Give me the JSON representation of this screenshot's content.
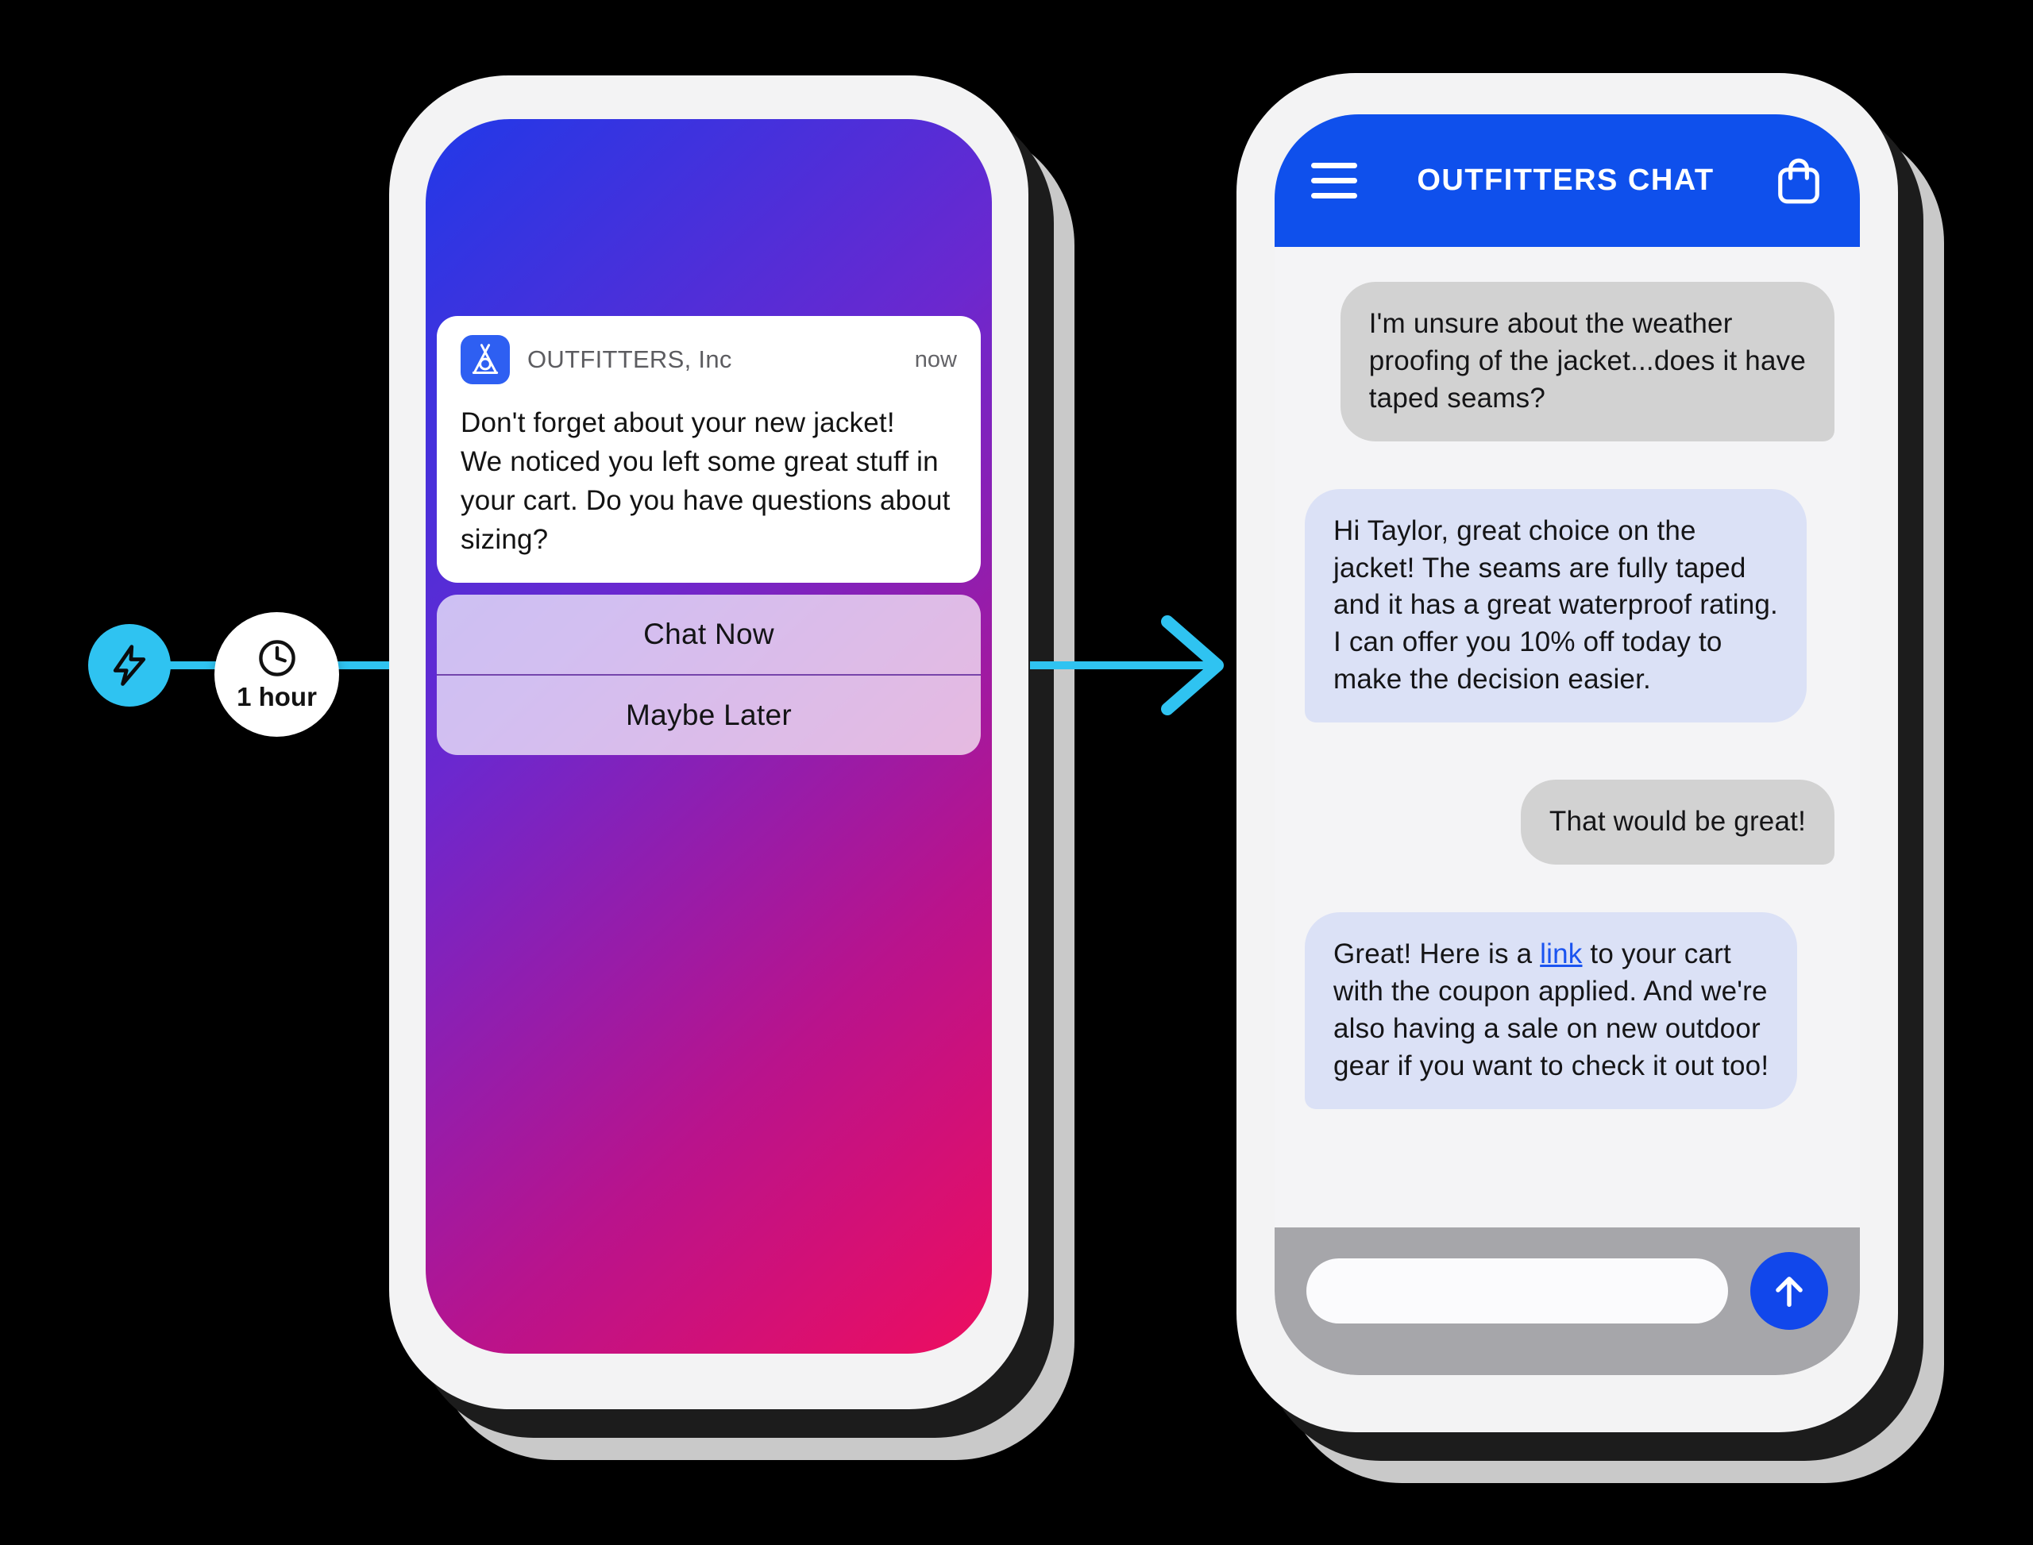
{
  "flow": {
    "trigger_icon": "lightning-icon",
    "delay_label": "1 hour",
    "arrow_direction": "right",
    "accent_cyan": "#2fc3f1"
  },
  "notification_phone": {
    "gradient": [
      "#2139e8",
      "#6b28cf",
      "#b9138c",
      "#ee0d5f"
    ],
    "notification": {
      "app_icon": "tent-icon",
      "app_name": "OUTFITTERS, Inc",
      "timestamp": "now",
      "body": "Don't forget about your new jacket!\nWe noticed you left some great stuff in your cart. Do you have questions about sizing?",
      "actions": [
        "Chat Now",
        "Maybe Later"
      ]
    }
  },
  "chat_phone": {
    "header": {
      "title": "OUTFITTERS CHAT",
      "left_icon": "hamburger-icon",
      "right_icon": "shopping-bag-icon",
      "color": "#0f50ec"
    },
    "messages": [
      {
        "from": "user",
        "text": "I'm unsure about the weather\nproofing of the jacket...does it have\ntaped seams?"
      },
      {
        "from": "agent",
        "text": "Hi Taylor, great choice on the\njacket! The seams are fully taped\nand it has a great waterproof rating.\nI can offer you 10% off today to\nmake the decision easier."
      },
      {
        "from": "user",
        "text": "That would be great!"
      },
      {
        "from": "agent",
        "prefix": "Great! Here is a ",
        "link_text": "link",
        "suffix": " to your cart\nwith the coupon applied. And we're\nalso having a sale on new outdoor\ngear if you want to check it out too!"
      }
    ],
    "bubble_colors": {
      "user": "#d2d2d2",
      "agent": "#dbe1f6",
      "link": "#1b54f0"
    },
    "composer": {
      "send_icon": "arrow-up-icon",
      "send_color": "#1147eb"
    }
  }
}
